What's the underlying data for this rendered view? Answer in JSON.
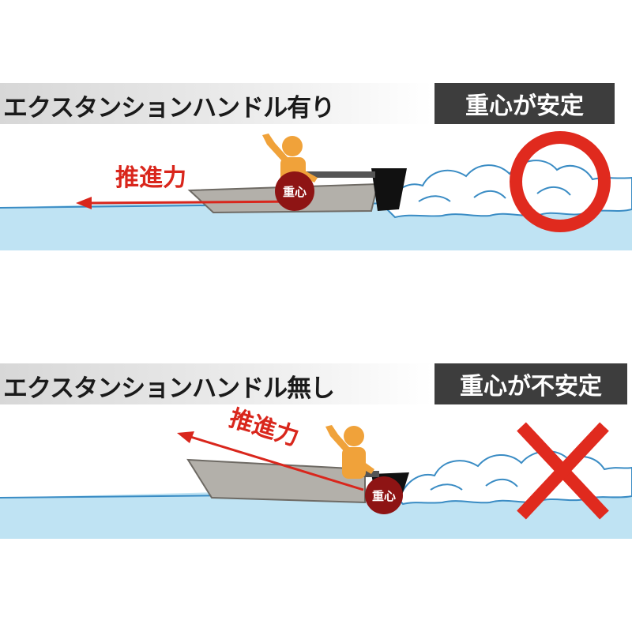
{
  "top": {
    "title": "エクスタンションハンドル有り",
    "verdict": "重心が安定",
    "thrust_label": "推進力",
    "cog_label": "重心"
  },
  "bottom": {
    "title": "エクスタンションハンドル無し",
    "verdict": "重心が不安定",
    "thrust_label": "推進力",
    "cog_label": "重心"
  },
  "colors": {
    "water": "#bfe3f3",
    "water_line": "#3a8cc4",
    "arrow_red": "#d9261c",
    "good_red": "#e02a1e",
    "hull": "#b3b0aa",
    "person": "#f0a23a",
    "cog_ball": "#8e1414"
  },
  "icons": {
    "good_mark": "red-circle-icon",
    "bad_mark": "red-cross-icon"
  }
}
